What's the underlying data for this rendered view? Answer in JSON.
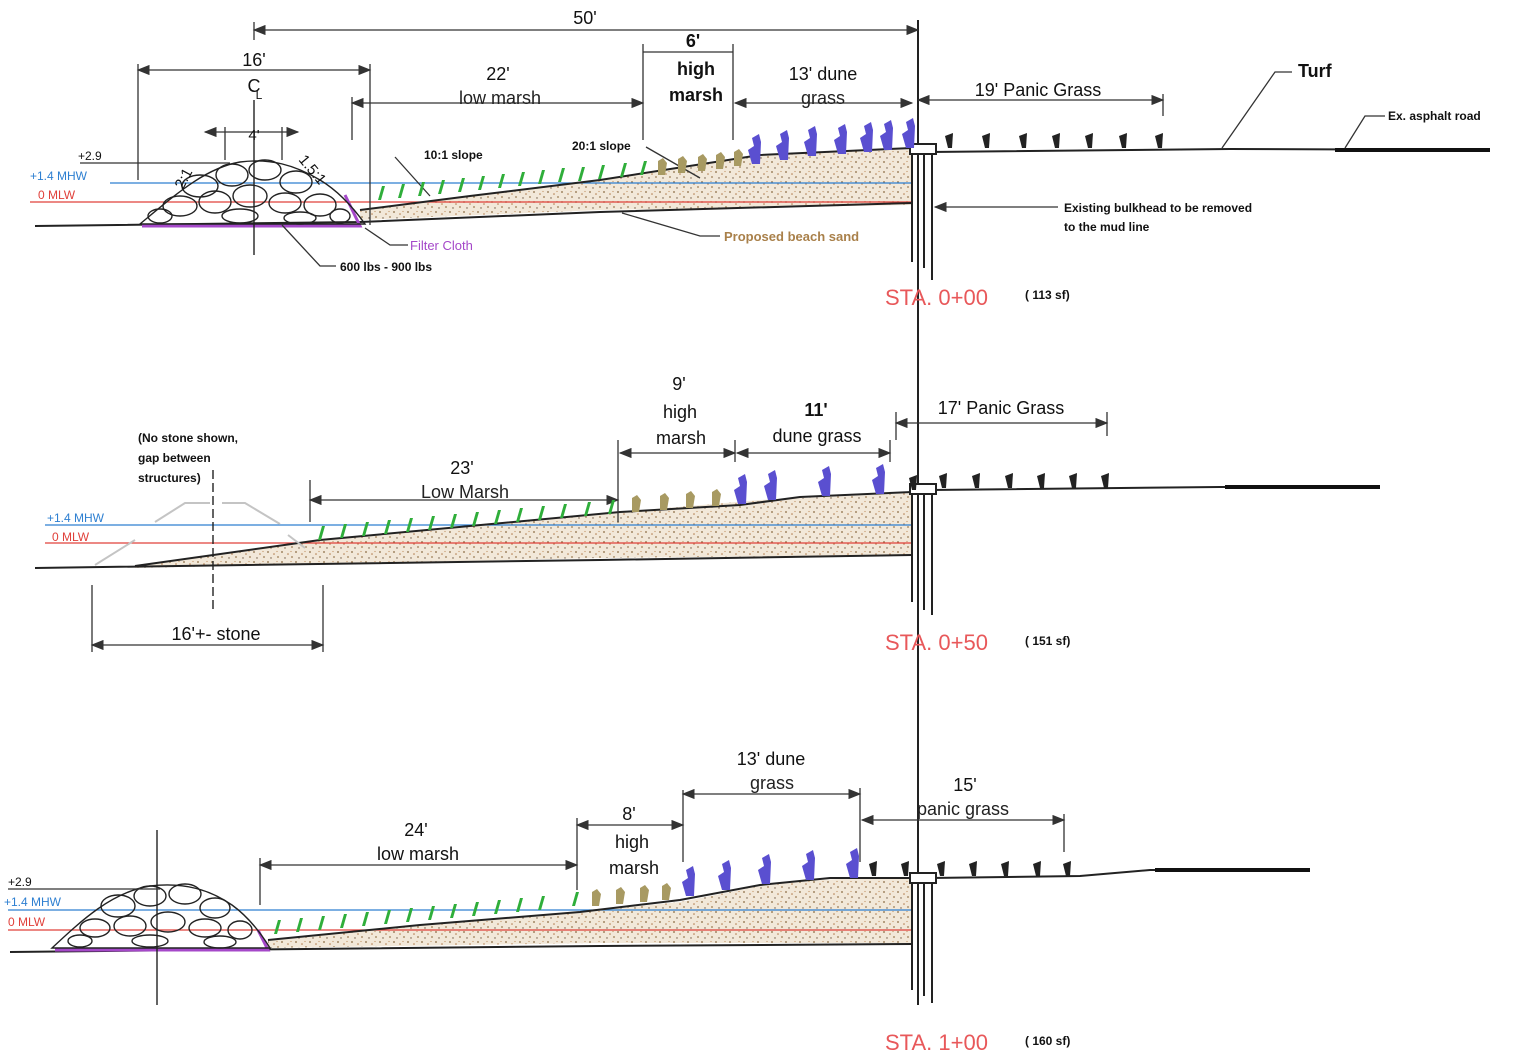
{
  "overall": {
    "width_label": "50'"
  },
  "sections": [
    {
      "station": "STA. 0+00",
      "area": "( 113 sf)",
      "stone_width": "16'",
      "centerline": "C\nL",
      "crest_width": "4'",
      "slope_left": "2:1",
      "slope_right": "1.5:1",
      "crest_elev": "+2.9",
      "mhw": "+1.4 MHW",
      "mlw": "0 MLW",
      "low_marsh_num": "22'",
      "low_marsh_txt": "low marsh",
      "high_marsh_num": "6'",
      "high_marsh_t1": "high",
      "high_marsh_t2": "marsh",
      "dune_t1": "13' dune",
      "dune_t2": "grass",
      "panic": "19' Panic Grass",
      "slope_10": "10:1 slope",
      "slope_20": "20:1 slope",
      "filter_cloth": "Filter Cloth",
      "stone_size": "600 lbs - 900 lbs",
      "beach_sand": "Proposed beach sand",
      "turf": "Turf",
      "road": "Ex. asphalt road",
      "bulkhead_1": "Existing bulkhead to be removed",
      "bulkhead_2": "to the mud line"
    },
    {
      "station": "STA. 0+50",
      "area": "( 151 sf)",
      "note_1": "(No stone shown,",
      "note_2": "gap between",
      "note_3": "structures)",
      "mhw": "+1.4 MHW",
      "mlw": "0 MLW",
      "low_marsh_num": "23'",
      "low_marsh_txt": "Low Marsh",
      "high_marsh_num": "9'",
      "high_marsh_t1": "high",
      "high_marsh_t2": "marsh",
      "dune_num": "11'",
      "dune_txt": "dune grass",
      "panic": "17' Panic Grass",
      "stone_width": "16'+- stone"
    },
    {
      "station": "STA. 1+00",
      "area": "( 160 sf)",
      "crest_elev": "+2.9",
      "mhw": "+1.4 MHW",
      "mlw": "0 MLW",
      "low_marsh_num": "24'",
      "low_marsh_txt": "low marsh",
      "high_marsh_num": "8'",
      "high_marsh_t1": "high",
      "high_marsh_t2": "marsh",
      "dune_t1": "13' dune",
      "dune_t2": "grass",
      "panic_num": "15'",
      "panic_txt": "panic grass"
    }
  ],
  "colors": {
    "mhw": "#2d7fd1",
    "mlw": "#e0403a",
    "low_marsh_plant": "#2fae3a",
    "high_marsh_plant": "#a89a62",
    "dune_grass_plant": "#5a4fd0",
    "panic_grass_plant": "#222222",
    "filter_cloth": "#a548c9",
    "sand_label": "#a9804a",
    "station": "#e8585a"
  }
}
